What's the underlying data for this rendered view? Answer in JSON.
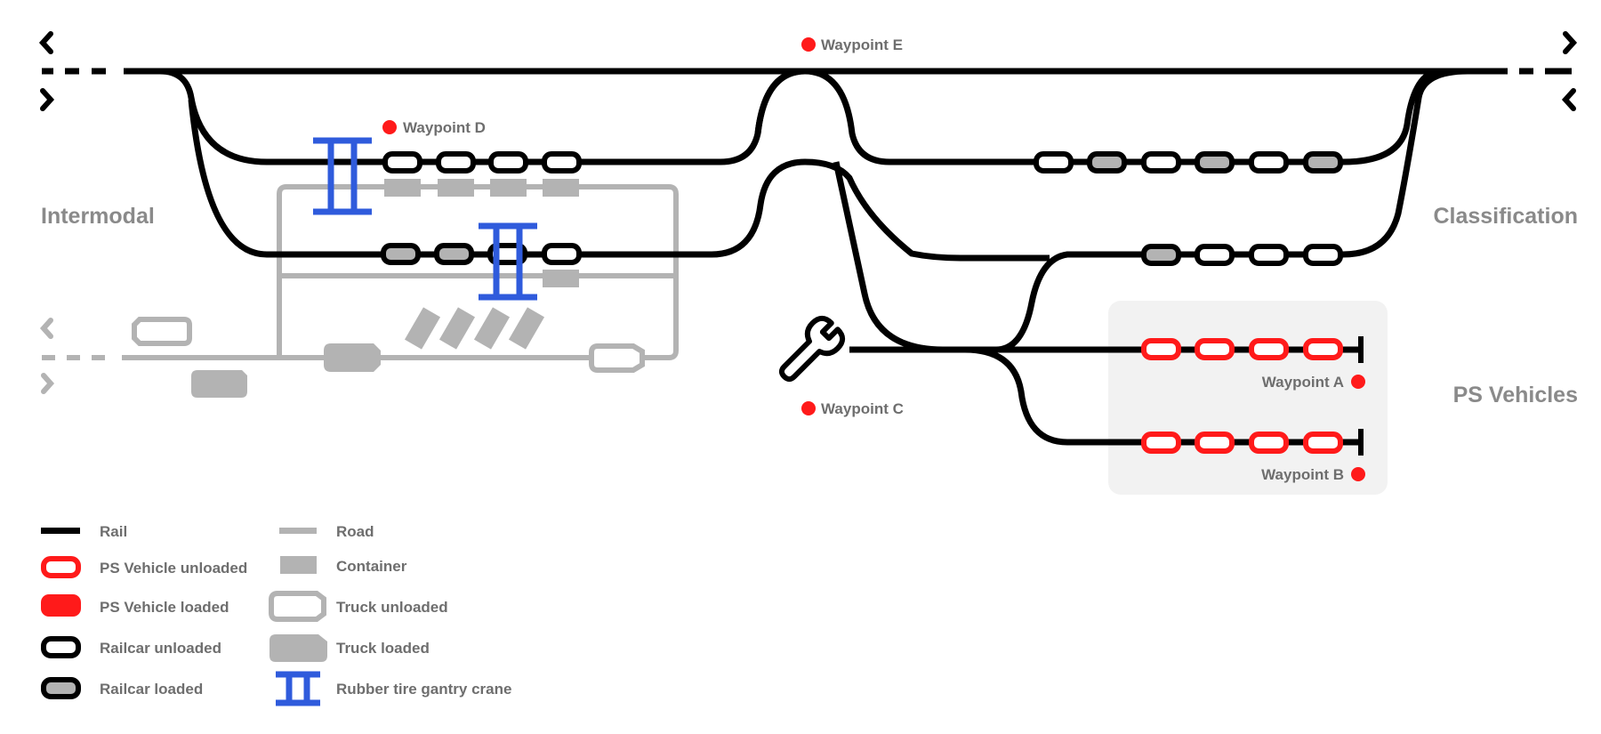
{
  "colors": {
    "rail": "#000000",
    "road": "#b3b3b3",
    "ps_vehicle": "#ff1a1a",
    "crane": "#2f5bdc",
    "label": "#6e6e6e",
    "zone_label": "#8a8a8a",
    "ps_area_bg": "#f2f2f2"
  },
  "zones": {
    "intermodal": "Intermodal",
    "classification": "Classification",
    "ps_vehicles": "PS Vehicles"
  },
  "waypoints": {
    "a": "Waypoint A",
    "b": "Waypoint B",
    "c": "Waypoint C",
    "d": "Waypoint D",
    "e": "Waypoint E"
  },
  "icons": {
    "maintenance": "wrench-icon",
    "track_continues": "chevron-icon"
  },
  "vehicle_counts": {
    "intermodal_track_1": {
      "railcars_unloaded": 4
    },
    "intermodal_track_2": {
      "railcars_loaded": 2,
      "railcars_unloaded": 2
    },
    "classification_track_1": {
      "railcars_unloaded": 3,
      "railcars_loaded": 3
    },
    "classification_track_2": {
      "railcars_loaded": 1,
      "railcars_unloaded": 3
    },
    "ps_track_a": {
      "ps_vehicles_unloaded": 4
    },
    "ps_track_b": {
      "ps_vehicles_unloaded": 4
    }
  },
  "legend": {
    "rail": "Rail",
    "ps_unloaded": "PS Vehicle unloaded",
    "ps_loaded": "PS Vehicle loaded",
    "railcar_unloaded": "Railcar unloaded",
    "railcar_loaded": "Railcar loaded",
    "road": "Road",
    "container": "Container",
    "truck_unloaded": "Truck unloaded",
    "truck_loaded": "Truck loaded",
    "crane": "Rubber tire gantry crane"
  }
}
